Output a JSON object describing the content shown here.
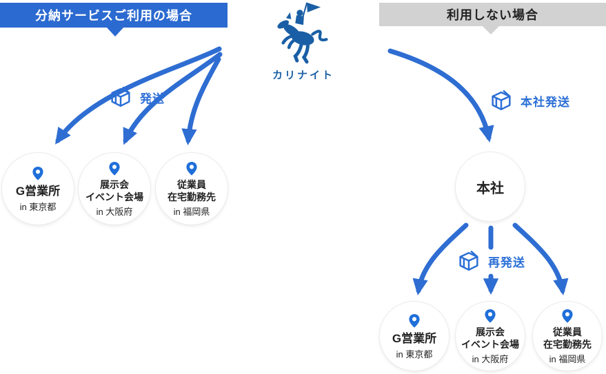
{
  "colors": {
    "accent_blue": "#2b6ad0",
    "arrow_blue": "#2e6dd2",
    "label_blue": "#2b6fd6",
    "pin_blue": "#1f6fd9",
    "knight_blue": "#1a5fa5",
    "banner_gray": "#d2d2d2",
    "text_dark": "#222222"
  },
  "mascot": {
    "name": "カリナイト"
  },
  "left_section": {
    "banner": "分納サービスご利用の場合",
    "ship_label": "発送",
    "destinations": [
      {
        "line1": "G営業所",
        "line2": "",
        "location": "in 東京都"
      },
      {
        "line1": "展示会",
        "line2": "イベント会場",
        "location": "in 大阪府"
      },
      {
        "line1": "従業員",
        "line2": "在宅勤務先",
        "location": "in 福岡県"
      }
    ]
  },
  "right_section": {
    "banner": "利用しない場合",
    "ship_label": "本社発送",
    "hq_label": "本社",
    "reship_label": "再発送",
    "destinations": [
      {
        "line1": "G営業所",
        "line2": "",
        "location": "in 東京都"
      },
      {
        "line1": "展示会",
        "line2": "イベント会場",
        "location": "in 大阪府"
      },
      {
        "line1": "従業員",
        "line2": "在宅勤務先",
        "location": "in 福岡県"
      }
    ]
  }
}
